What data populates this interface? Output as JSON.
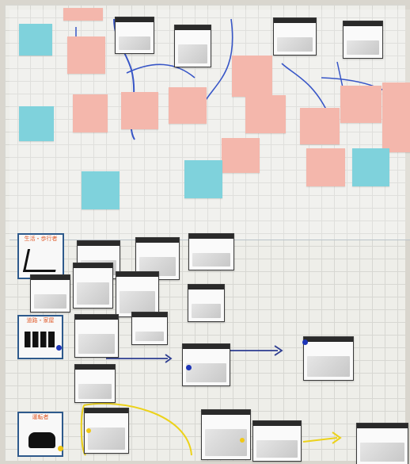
{
  "lower": {
    "categories": [
      {
        "label": "生活・歩行者"
      },
      {
        "label": "道路・家屋"
      },
      {
        "label": "運転者"
      }
    ]
  }
}
